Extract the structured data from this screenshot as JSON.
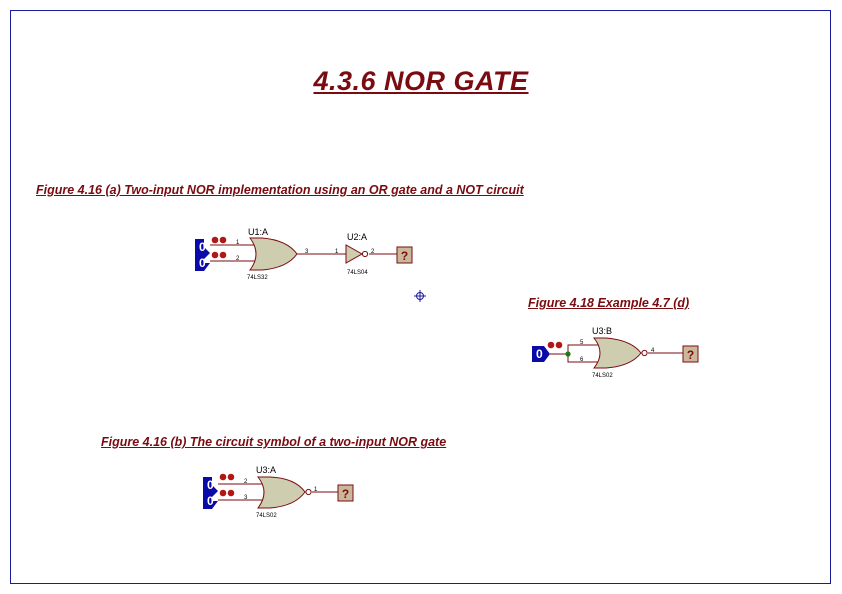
{
  "page": {
    "title": "4.3.6 NOR GATE"
  },
  "captions": {
    "fig_a": "Figure 4.16 (a) Two-input NOR implementation using an OR gate and a NOT circuit",
    "fig_example": "Figure 4.18 Example 4.7 (d)",
    "fig_b": "Figure 4.16 (b) The circuit symbol of a two-input NOR gate"
  },
  "circuit_a": {
    "inputs": [
      "0",
      "0"
    ],
    "or_gate": {
      "ref": "U1:A",
      "part": "74LS32",
      "pins": [
        "1",
        "2",
        "3"
      ]
    },
    "not_gate": {
      "ref": "U2:A",
      "part": "74LS04",
      "pins": [
        "1",
        "2"
      ]
    },
    "output": "?"
  },
  "circuit_b": {
    "inputs": [
      "0",
      "0"
    ],
    "nor_gate": {
      "ref": "U3:A",
      "part": "74LS02",
      "pins": [
        "2",
        "3",
        "1"
      ]
    },
    "output": "?"
  },
  "circuit_example": {
    "inputs": [
      "0"
    ],
    "nor_gate": {
      "ref": "U3:B",
      "part": "74LS02",
      "pins": [
        "5",
        "6",
        "4"
      ]
    },
    "output": "?"
  },
  "colors": {
    "border": "#1b1b9c",
    "caption": "#7a0b10",
    "logic_source": "#0a0aa8",
    "logic_dot": "#b01818",
    "gate_fill": "#cfcdb0",
    "wire": "#7a0b10",
    "probe_fill": "#cbb89a"
  }
}
